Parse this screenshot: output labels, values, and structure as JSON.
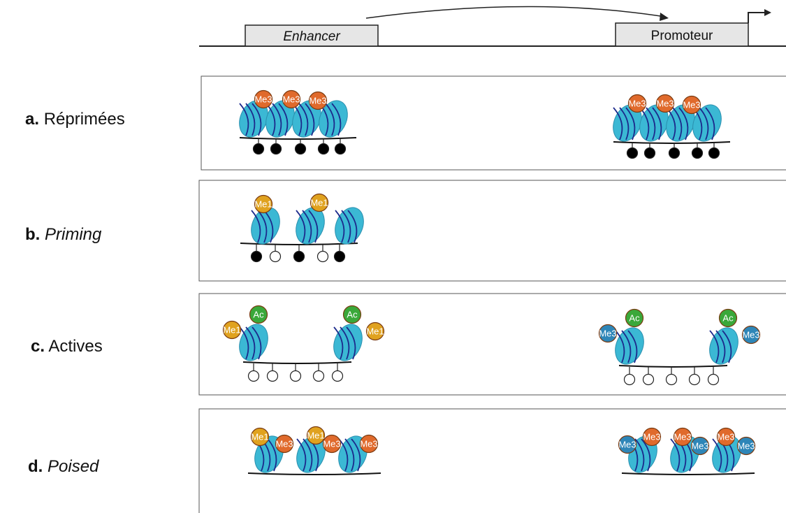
{
  "gene": {
    "enhancer_label": "Enhancer",
    "promoter_label": "Promoteur"
  },
  "rows": [
    {
      "id": "a",
      "letter": "a.",
      "label": "Réprimées",
      "italic": false
    },
    {
      "id": "b",
      "letter": "b.",
      "label": "Priming",
      "italic": true
    },
    {
      "id": "c",
      "letter": "c.",
      "label": "Actives",
      "italic": false
    },
    {
      "id": "d",
      "letter": "d.",
      "label": "Poised",
      "italic": true
    }
  ],
  "marks": {
    "me3": "Me3",
    "me1": "Me1",
    "ac": "Ac"
  },
  "colors": {
    "nucleosome": "#3bb8d4",
    "nucleosome_stroke": "#2a8fae",
    "dna_wrap": "#1c2a8c",
    "me3_orange": "#e06a2c",
    "me3_blue": "#2e86b8",
    "me1": "#e0a21f",
    "ac": "#3aa83a",
    "methyl_filled": "#000000",
    "methyl_open": "#ffffff"
  }
}
